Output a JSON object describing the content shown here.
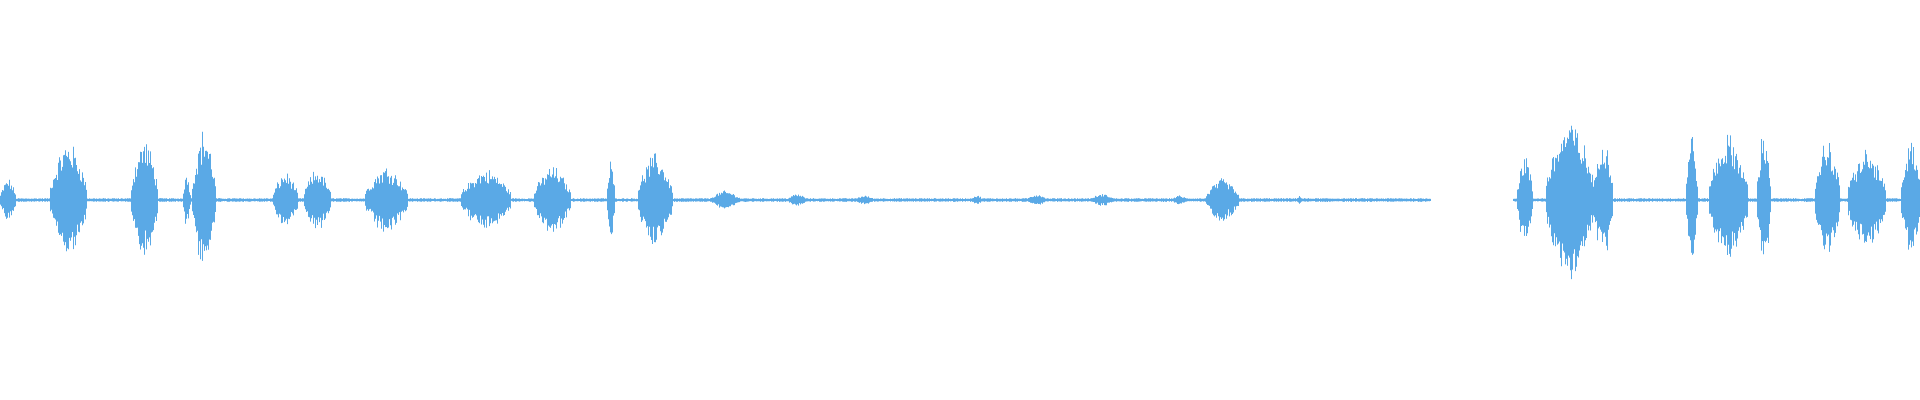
{
  "waveform": {
    "color": "#5aa9e6",
    "background": "#ffffff",
    "segments": [
      {
        "start": 0.0,
        "end": 0.008,
        "amp": 0.14
      },
      {
        "start": 0.026,
        "end": 0.045,
        "amp": 0.38
      },
      {
        "start": 0.068,
        "end": 0.082,
        "amp": 0.4
      },
      {
        "start": 0.095,
        "end": 0.099,
        "amp": 0.18
      },
      {
        "start": 0.1,
        "end": 0.112,
        "amp": 0.46
      },
      {
        "start": 0.142,
        "end": 0.155,
        "amp": 0.18
      },
      {
        "start": 0.158,
        "end": 0.172,
        "amp": 0.2
      },
      {
        "start": 0.19,
        "end": 0.212,
        "amp": 0.22
      },
      {
        "start": 0.24,
        "end": 0.266,
        "amp": 0.2
      },
      {
        "start": 0.278,
        "end": 0.297,
        "amp": 0.22
      },
      {
        "start": 0.316,
        "end": 0.32,
        "amp": 0.26
      },
      {
        "start": 0.332,
        "end": 0.35,
        "amp": 0.3
      },
      {
        "start": 0.37,
        "end": 0.385,
        "amp": 0.06
      },
      {
        "start": 0.41,
        "end": 0.42,
        "amp": 0.04
      },
      {
        "start": 0.445,
        "end": 0.455,
        "amp": 0.03
      },
      {
        "start": 0.505,
        "end": 0.512,
        "amp": 0.03
      },
      {
        "start": 0.535,
        "end": 0.545,
        "amp": 0.04
      },
      {
        "start": 0.568,
        "end": 0.58,
        "amp": 0.04
      },
      {
        "start": 0.61,
        "end": 0.618,
        "amp": 0.03
      },
      {
        "start": 0.628,
        "end": 0.645,
        "amp": 0.14
      },
      {
        "start": 0.675,
        "end": 0.678,
        "amp": 0.03
      },
      {
        "start": 0.79,
        "end": 0.798,
        "amp": 0.3
      },
      {
        "start": 0.805,
        "end": 0.83,
        "amp": 0.52
      },
      {
        "start": 0.83,
        "end": 0.84,
        "amp": 0.42
      },
      {
        "start": 0.878,
        "end": 0.884,
        "amp": 0.44
      },
      {
        "start": 0.89,
        "end": 0.91,
        "amp": 0.42
      },
      {
        "start": 0.915,
        "end": 0.922,
        "amp": 0.46
      },
      {
        "start": 0.945,
        "end": 0.958,
        "amp": 0.4
      },
      {
        "start": 0.962,
        "end": 0.982,
        "amp": 0.32
      },
      {
        "start": 0.99,
        "end": 1.0,
        "amp": 0.38
      }
    ],
    "baseline_amp": 0.012,
    "silence": [
      {
        "start": 0.745,
        "end": 0.788
      }
    ]
  }
}
